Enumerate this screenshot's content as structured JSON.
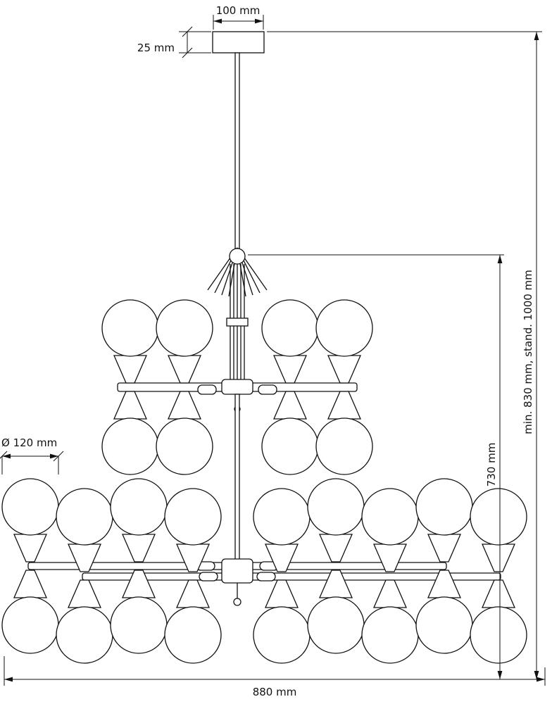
{
  "drawing": {
    "subject": "chandelier technical dimension drawing",
    "style": "black line drawing on white",
    "line_color": "#111111",
    "background_color": "#ffffff",
    "tiers": "two tiers of double-globe (hourglass) arms on a central stem with ceiling canopy"
  },
  "dimensions": {
    "canopy_width": "100 mm",
    "canopy_height": "25 mm",
    "suspension_height": "min. 830 mm, stand. 1000 mm",
    "fixture_height": "730 mm",
    "fixture_width": "880 mm",
    "globe_diameter": "Ø 120 mm"
  }
}
